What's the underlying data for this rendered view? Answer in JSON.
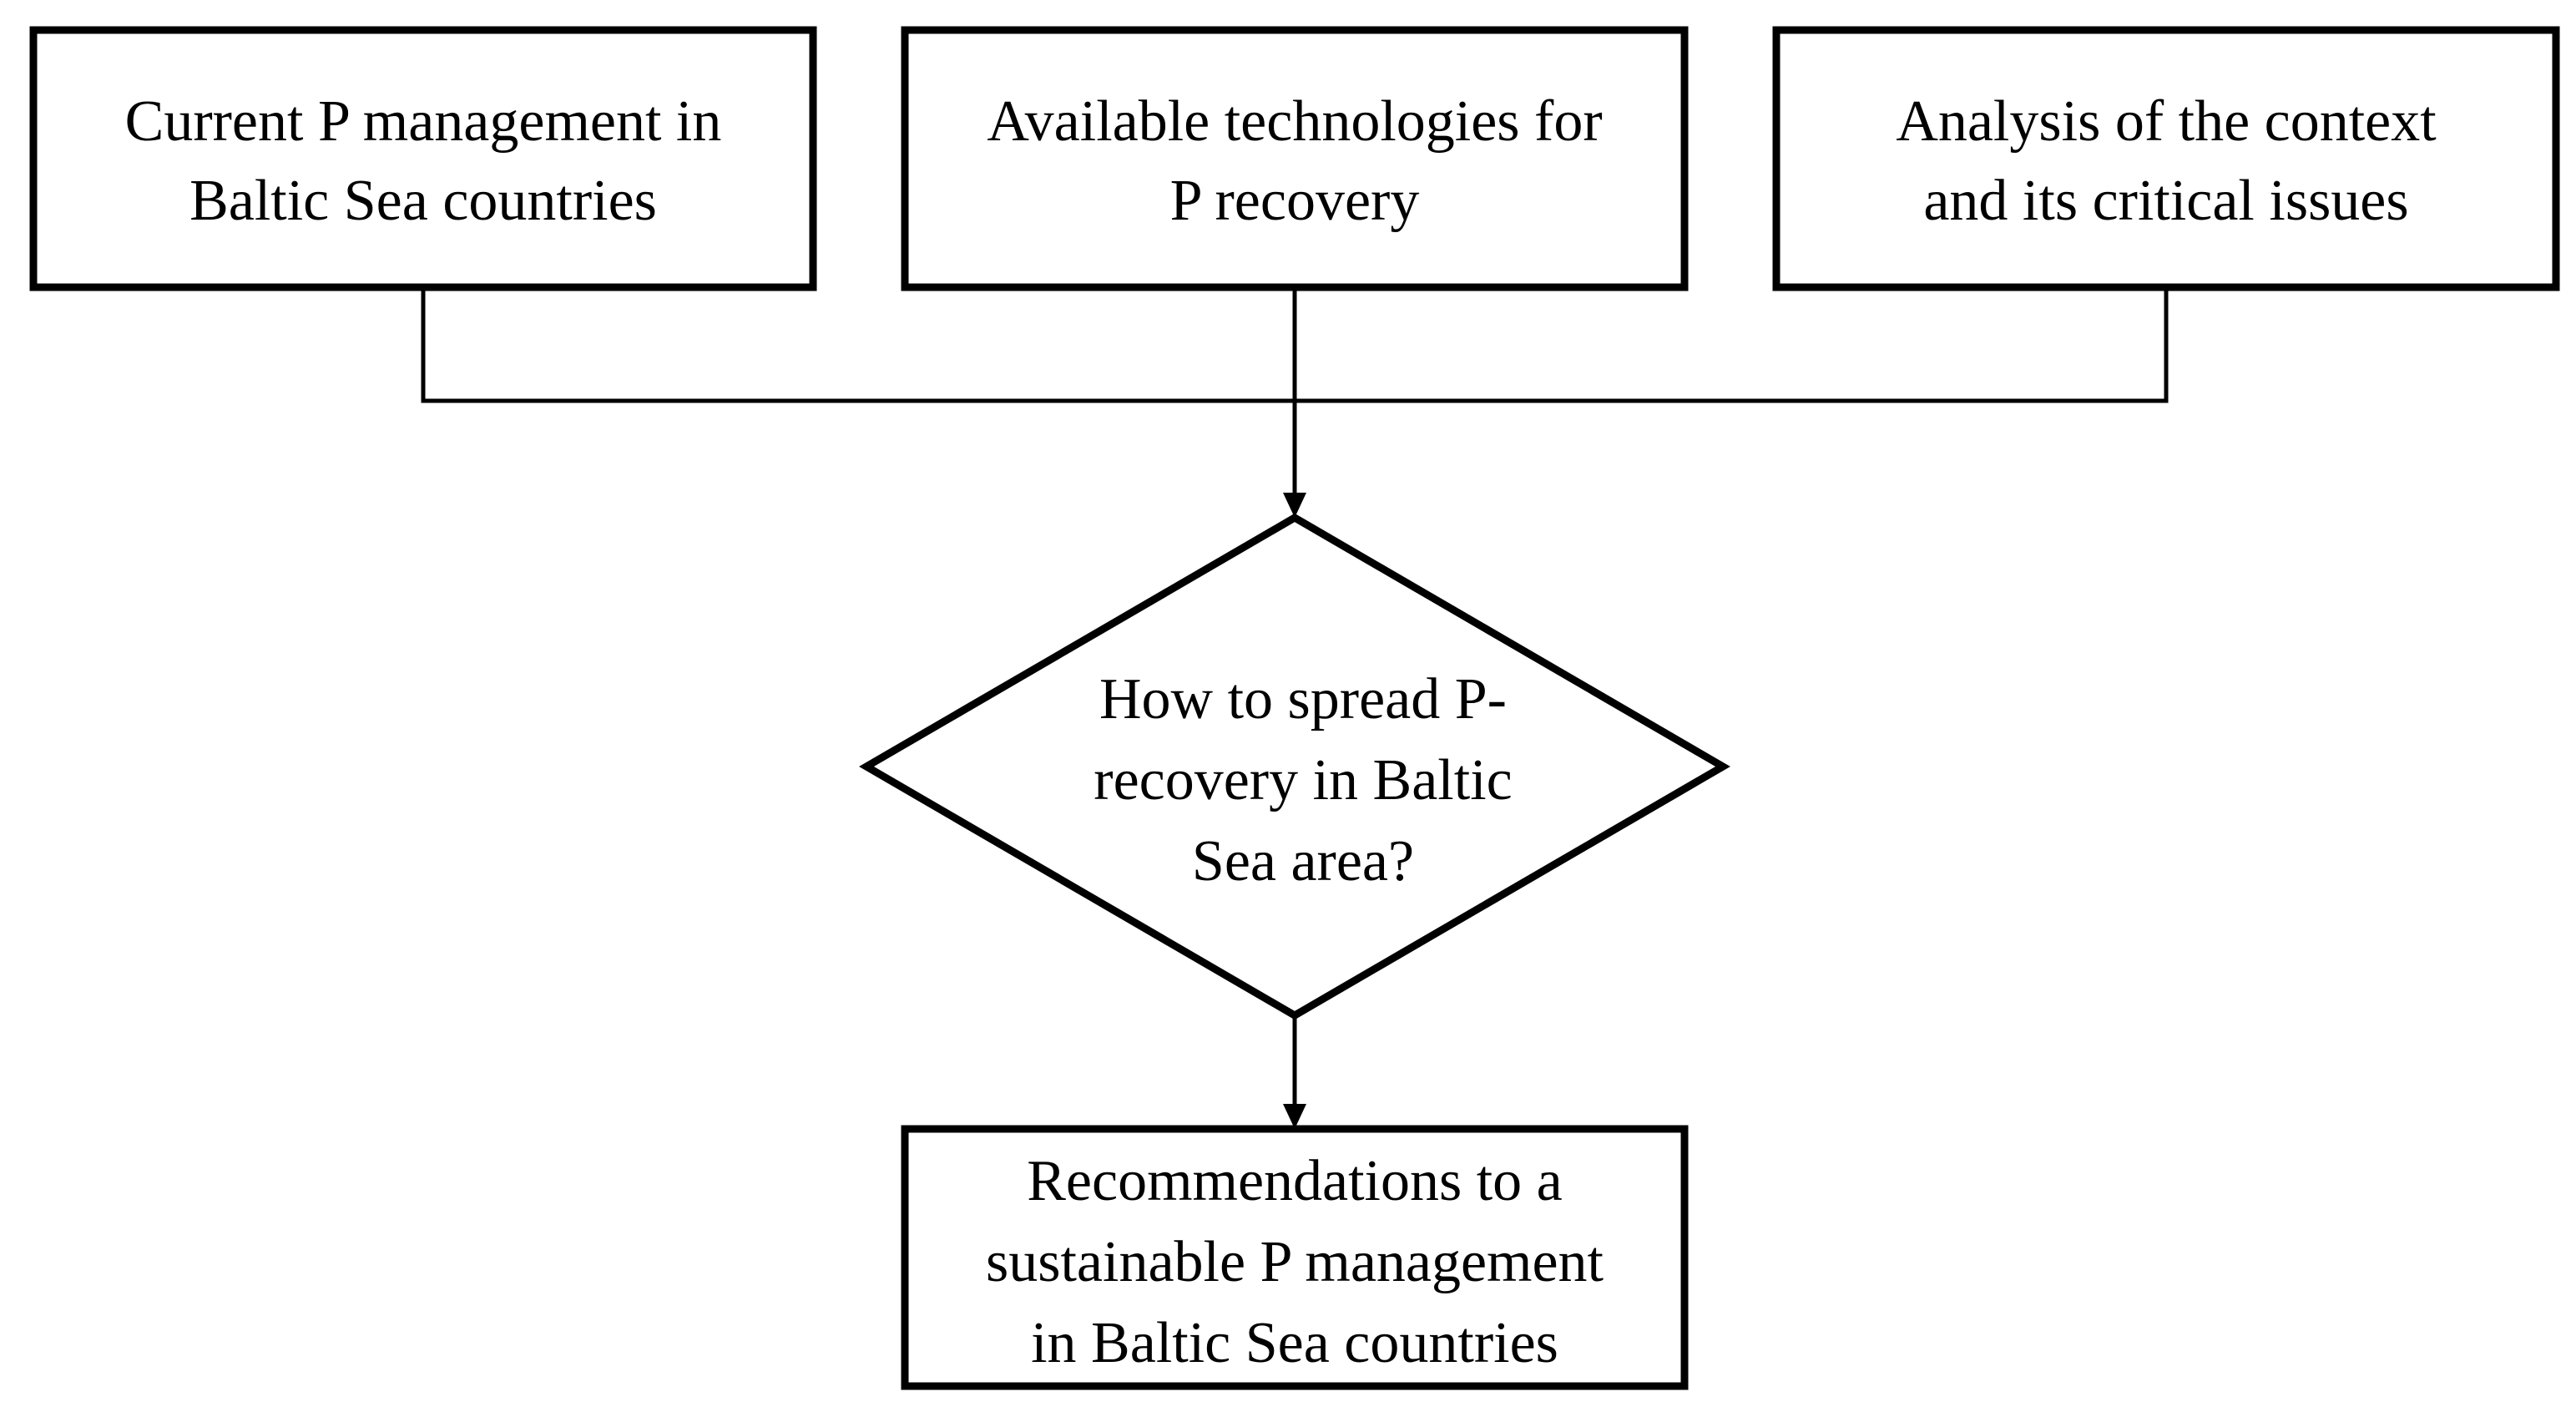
{
  "diagram": {
    "inputs": [
      {
        "line1": "Current P management in",
        "line2": "Baltic Sea countries"
      },
      {
        "line1": "Available technologies for",
        "line2": "P recovery"
      },
      {
        "line1": "Analysis of the context",
        "line2": "and its critical issues"
      }
    ],
    "question": {
      "line1": "How to spread P-",
      "line2": "recovery in Baltic",
      "line3": "Sea area?"
    },
    "output": {
      "line1": "Recommendations to a",
      "line2": "sustainable P management",
      "line3": "in Baltic Sea countries"
    }
  }
}
